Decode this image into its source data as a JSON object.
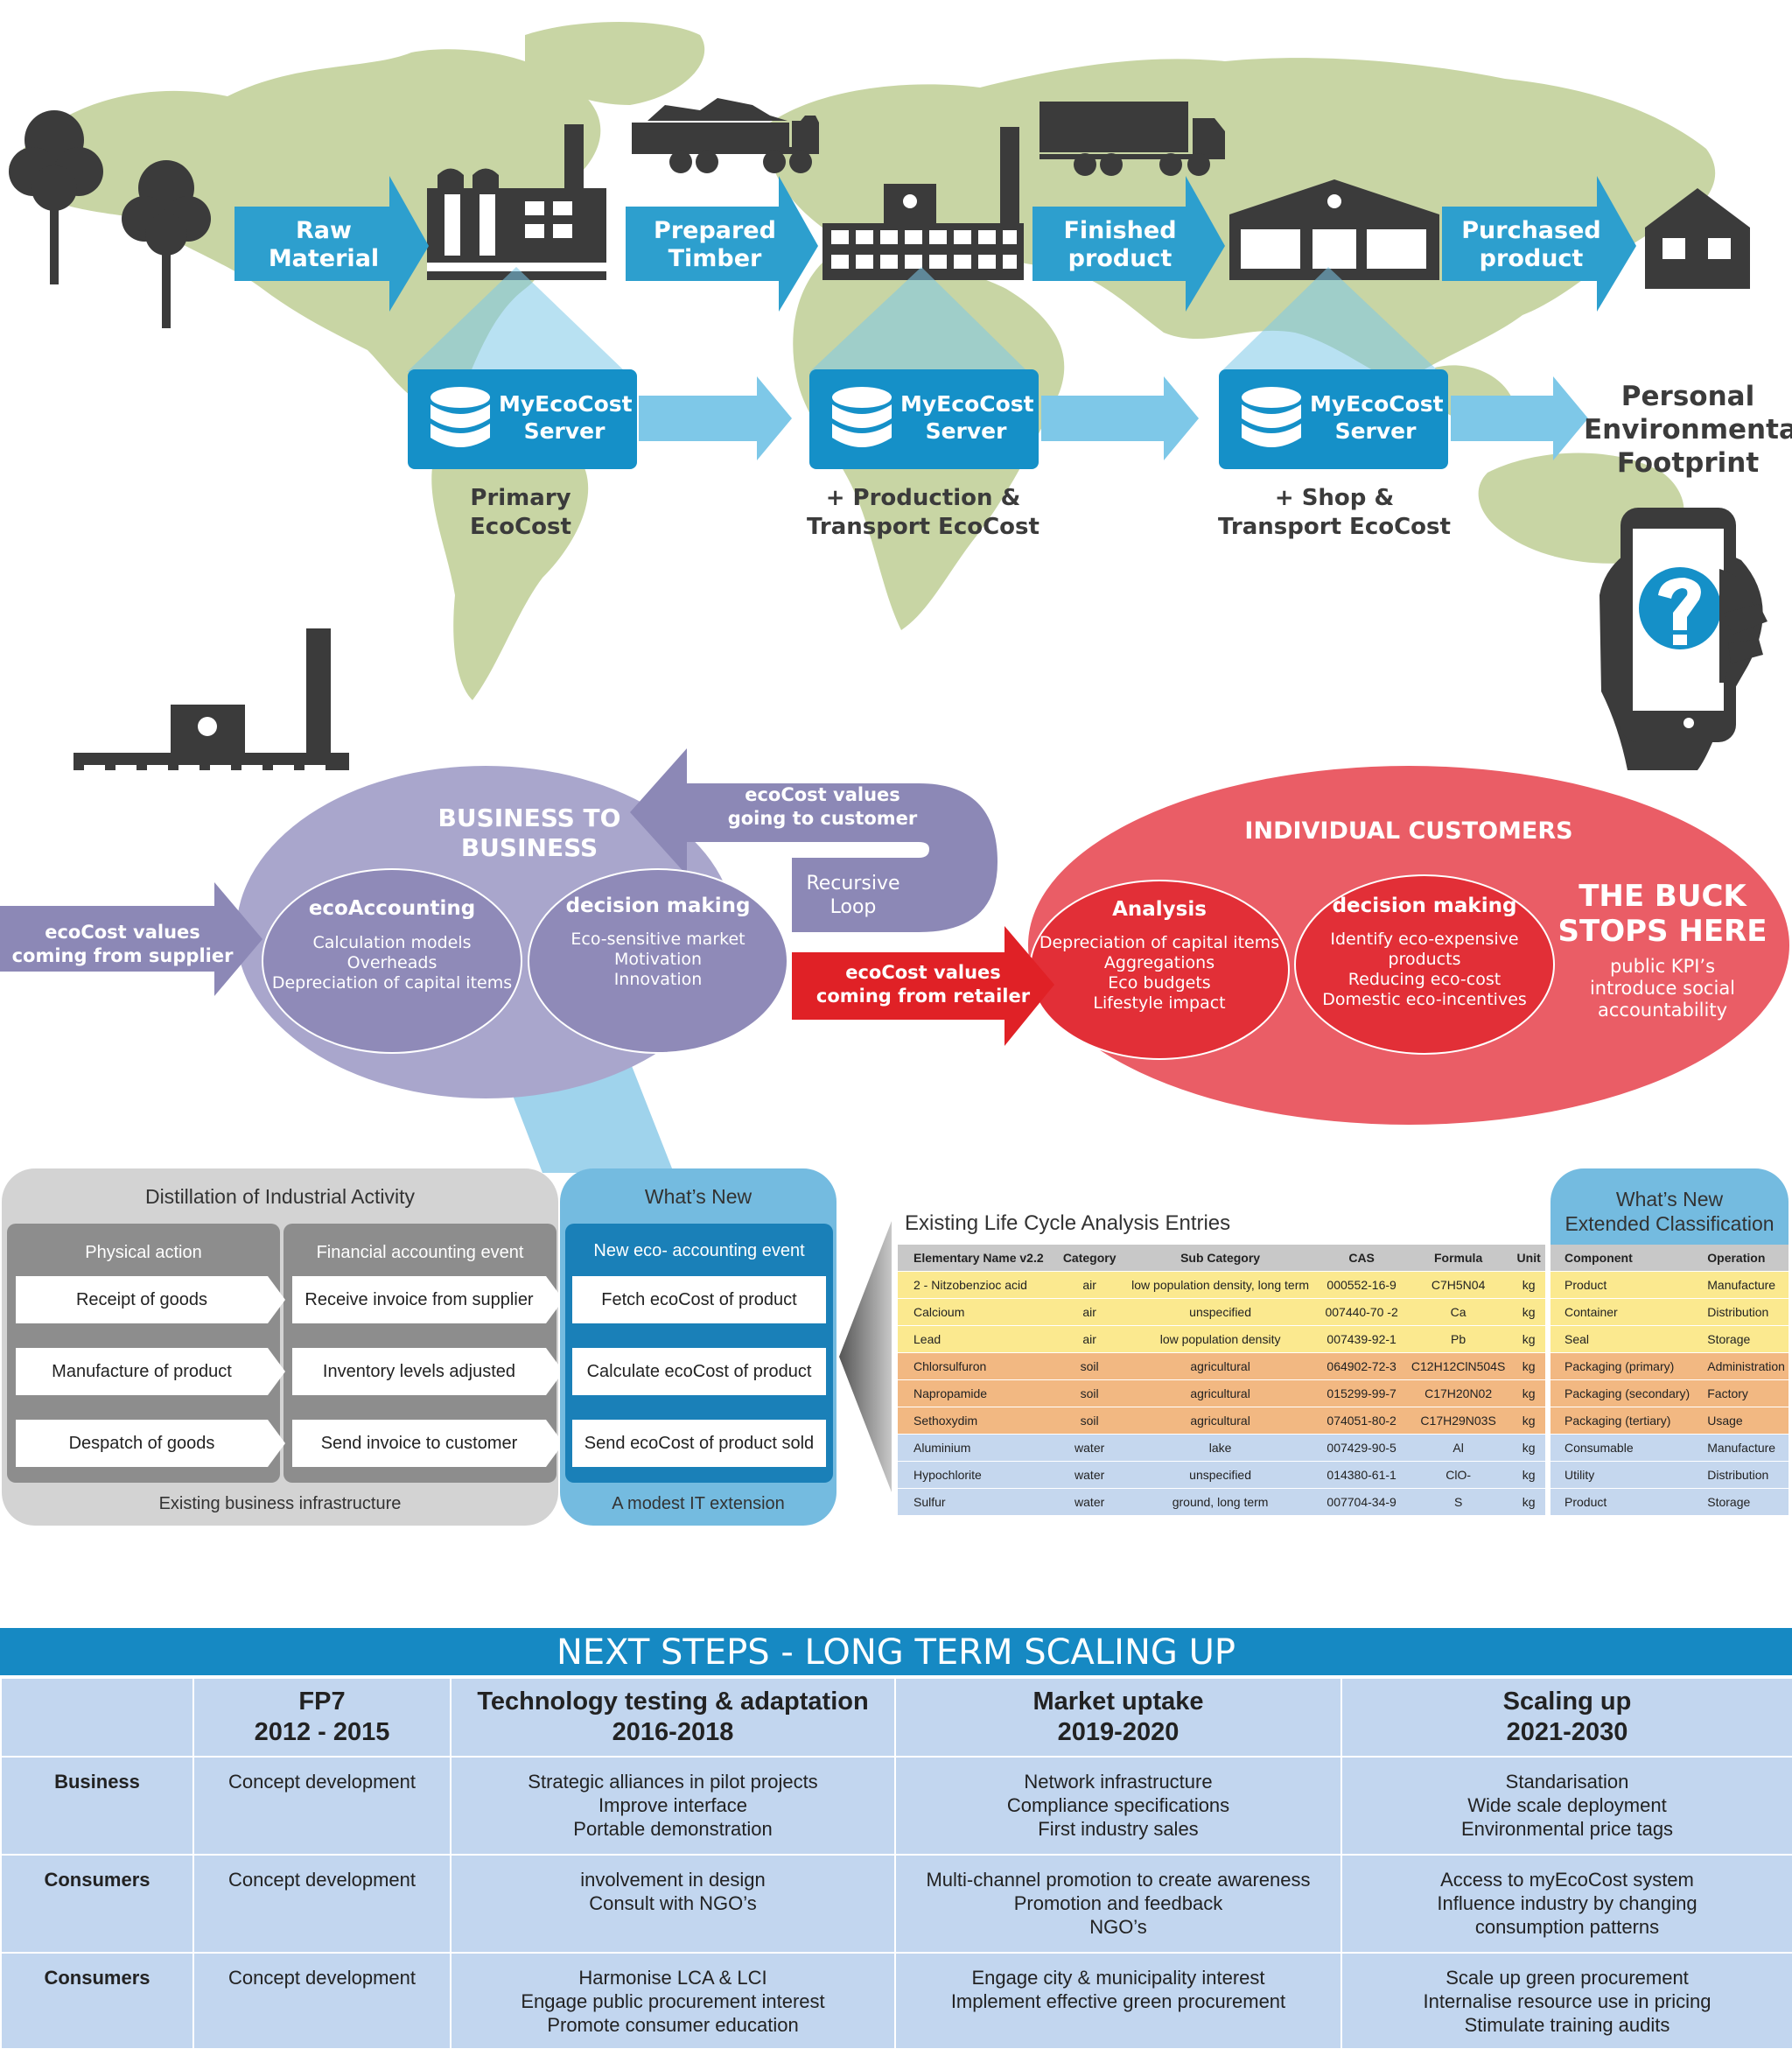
{
  "flow": {
    "arrows": [
      "Raw\nMaterial",
      "Prepared\nTimber",
      "Finished\nproduct",
      "Purchased\nproduct"
    ],
    "servers": [
      {
        "label": "MyEcoCost\nServer",
        "stage": "Primary\nEcoCost"
      },
      {
        "label": "MyEcoCost\nServer",
        "stage": "+ Production &\nTransport EcoCost"
      },
      {
        "label": "MyEcoCost\nServer",
        "stage": "+ Shop &\nTransport EcoCost"
      }
    ],
    "footprint": "Personal\nEnvironmental\nFootprint"
  },
  "b2b": {
    "title": "BUSINESS TO\nBUSINESS",
    "supplier_arrow": "ecoCost values\ncoming from supplier",
    "to_customer_arrow": "ecoCost values\ngoing to customer",
    "loop": "Recursive\nLoop",
    "left_title": "ecoAccounting",
    "left_items": "Calculation models\nOverheads\nDepreciation of capital items",
    "right_title": "decision making",
    "right_items": "Eco-sensitive market\nMotivation\nInnovation"
  },
  "retailer_arrow": "ecoCost values\ncoming from retailer",
  "customers": {
    "title": "INDIVIDUAL CUSTOMERS",
    "left_title": "Analysis",
    "left_items": "Depreciation of capital items\nAggregations\nEco budgets\nLifestyle impact",
    "right_title": "decision making",
    "right_items": "Identify eco-expensive products\nReducing eco-cost\nDomestic eco-incentives",
    "buck": "THE BUCK\nSTOPS HERE",
    "buck_sub": "public KPI’s\nintroduce social\naccountability"
  },
  "distill": {
    "title": "Distillation of Industrial Activity",
    "col1_header": "Physical action",
    "col2_header": "Financial accounting event",
    "col1": [
      "Receipt of goods",
      "Manufacture of product",
      "Despatch of goods"
    ],
    "col2": [
      "Receive invoice from supplier",
      "Inventory levels adjusted",
      "Send invoice to customer"
    ],
    "footer": "Existing business infrastructure"
  },
  "whatsnew": {
    "title": "What’s New",
    "header": "New eco- accounting event",
    "items": [
      "Fetch ecoCost of product",
      "Calculate ecoCost of product",
      "Send ecoCost of product sold"
    ],
    "footer": "A modest IT extension"
  },
  "lca": {
    "title": "Existing Life Cycle Analysis Entries",
    "headers": [
      "Elementary Name v2.2",
      "Category",
      "Sub Category",
      "CAS",
      "Formula",
      "Unit"
    ],
    "rows": [
      [
        "2 - Nitzobenzioc acid",
        "air",
        "low population density, long term",
        "000552-16-9",
        "C7H5N04",
        "kg"
      ],
      [
        "Calcioum",
        "air",
        "unspecified",
        "007440-70 -2",
        "Ca",
        "kg"
      ],
      [
        "Lead",
        "air",
        "low population density",
        "007439-92-1",
        "Pb",
        "kg"
      ],
      [
        "Chlorsulfuron",
        "soil",
        "agricultural",
        "064902-72-3",
        "C12H12ClN504S",
        "kg"
      ],
      [
        "Napropamide",
        "soil",
        "agricultural",
        "015299-99-7",
        "C17H20N02",
        "kg"
      ],
      [
        "Sethoxydim",
        "soil",
        "agricultural",
        "074051-80-2",
        "C17H29N03S",
        "kg"
      ],
      [
        "Aluminium",
        "water",
        "lake",
        "007429-90-5",
        "Al",
        "kg"
      ],
      [
        "Hypochlorite",
        "water",
        "unspecified",
        "014380-61-1",
        "ClO-",
        "kg"
      ],
      [
        "Sulfur",
        "water",
        "ground, long term",
        "007704-34-9",
        "S",
        "kg"
      ]
    ]
  },
  "ext": {
    "title": "What’s New\nExtended Classification",
    "headers": [
      "Component",
      "Operation"
    ],
    "rows": [
      [
        "Product",
        "Manufacture"
      ],
      [
        "Container",
        "Distribution"
      ],
      [
        "Seal",
        "Storage"
      ],
      [
        "Packaging (primary)",
        "Administration"
      ],
      [
        "Packaging (secondary)",
        "Factory"
      ],
      [
        "Packaging (tertiary)",
        "Usage"
      ],
      [
        "Consumable",
        "Manufacture"
      ],
      [
        "Utility",
        "Distribution"
      ],
      [
        "Product",
        "Storage"
      ]
    ]
  },
  "next": {
    "title": "NEXT STEPS - LONG TERM SCALING UP",
    "columns": [
      "",
      "FP7\n2012 - 2015",
      "Technology testing & adaptation\n2016-2018",
      "Market uptake\n2019-2020",
      "Scaling up\n2021-2030"
    ],
    "rows": [
      [
        "Business",
        "Concept development",
        "Strategic alliances in pilot projects\nImprove interface\nPortable demonstration",
        "Network infrastructure\nCompliance specifications\nFirst industry sales",
        "Standarisation\nWide scale deployment\nEnvironmental price tags"
      ],
      [
        "Consumers",
        "Concept development",
        "involvement in design\nConsult with NGO’s",
        "Multi-channel promotion to create awareness\nPromotion and feedback\nNGO’s",
        "Access to myEcoCost system\nInfluence industry by changing\nconsumption patterns"
      ],
      [
        "Consumers",
        "Concept development",
        "Harmonise LCA & LCI\nEngage public procurement interest\nPromote consumer education",
        "Engage city & municipality interest\nImplement effective green procurement",
        "Scale up green procurement\nInternalise resource use in pricing\nStimulate training audits"
      ]
    ]
  },
  "colors": {
    "map": "#c8d5a4",
    "flow_arrow": "#2d9fce",
    "server": "#1590c8",
    "b2b": "#9a94bf",
    "customers": "#e85a64",
    "red_arrow": "#e02126",
    "icon": "#3b3b3b"
  }
}
